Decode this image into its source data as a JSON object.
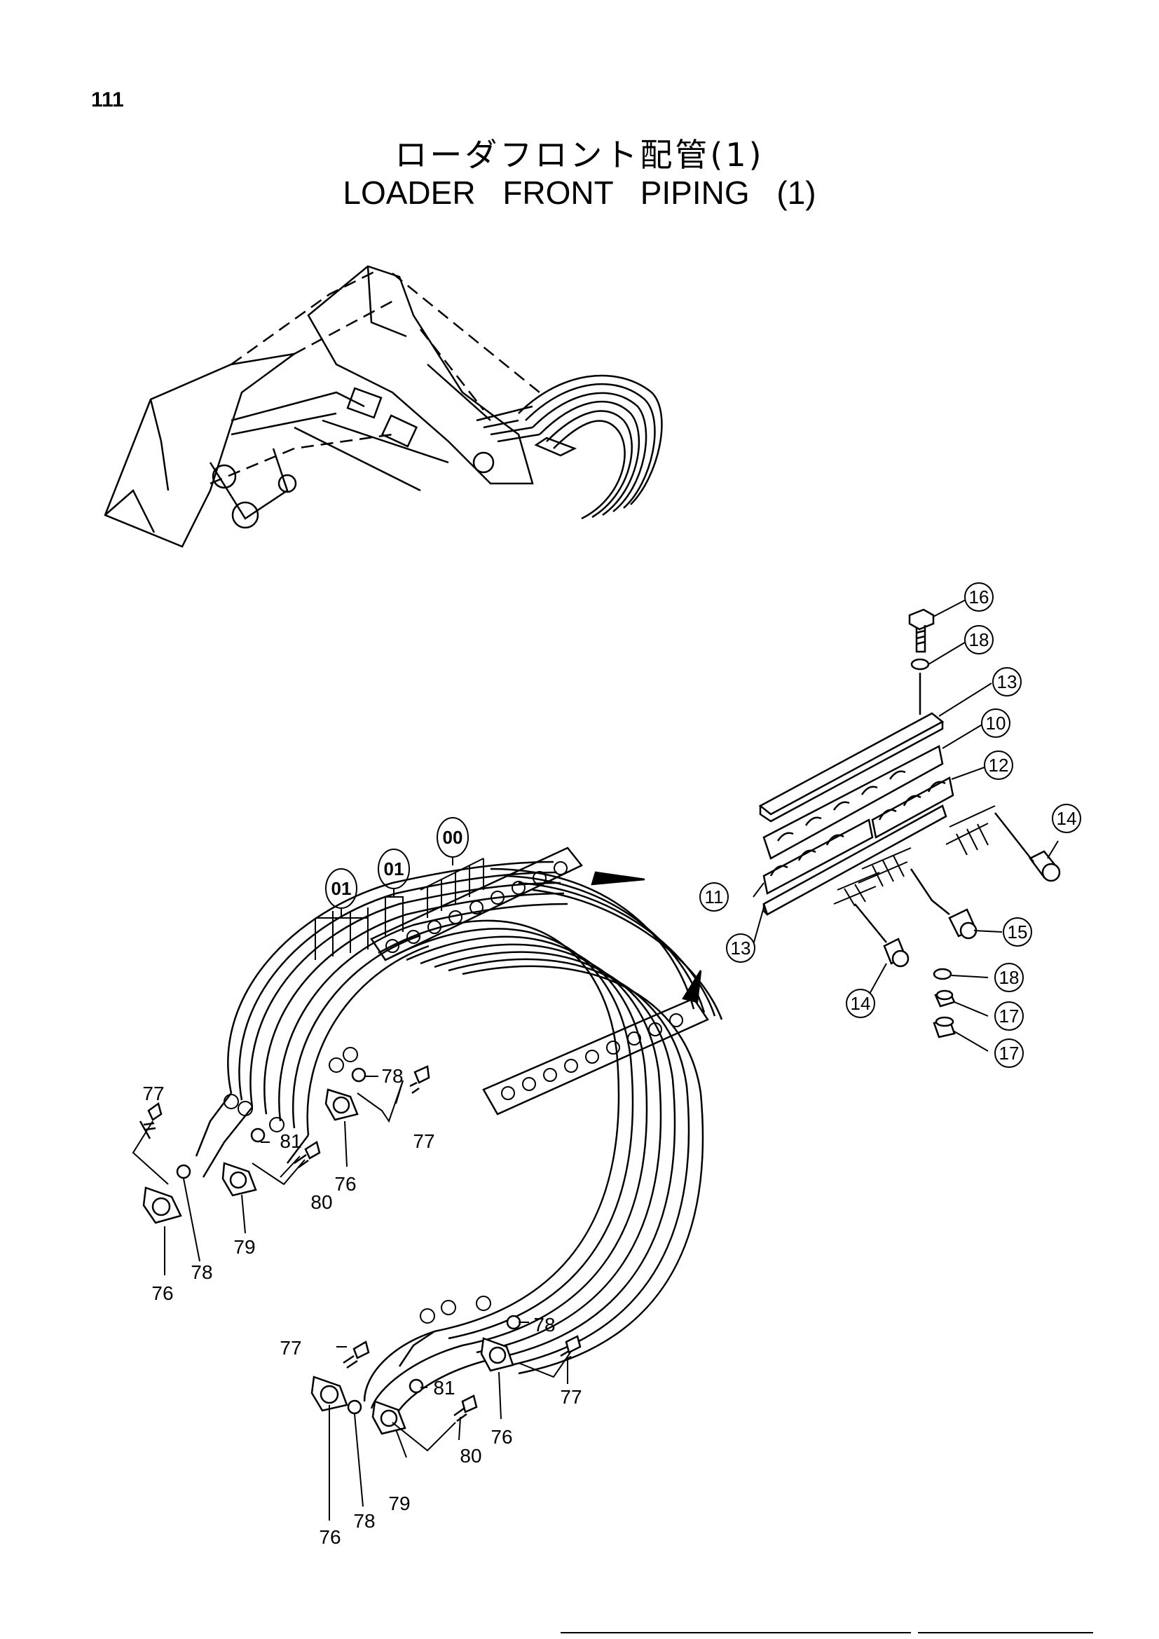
{
  "page_number": "111",
  "title_jp": "ローダフロント配管(1)",
  "title_en": "LOADER   FRONT   PIPING (1)",
  "assembly_codes": [
    "01",
    "01",
    "00"
  ],
  "circled_callouts": [
    "16",
    "18",
    "13",
    "10",
    "12",
    "14",
    "11",
    "15",
    "13",
    "14",
    "18",
    "17",
    "17"
  ],
  "plain_labels": [
    "77",
    "78",
    "81",
    "77",
    "80",
    "76",
    "79",
    "78",
    "76",
    "78",
    "77",
    "81",
    "77",
    "80",
    "76",
    "79",
    "76",
    "78"
  ]
}
